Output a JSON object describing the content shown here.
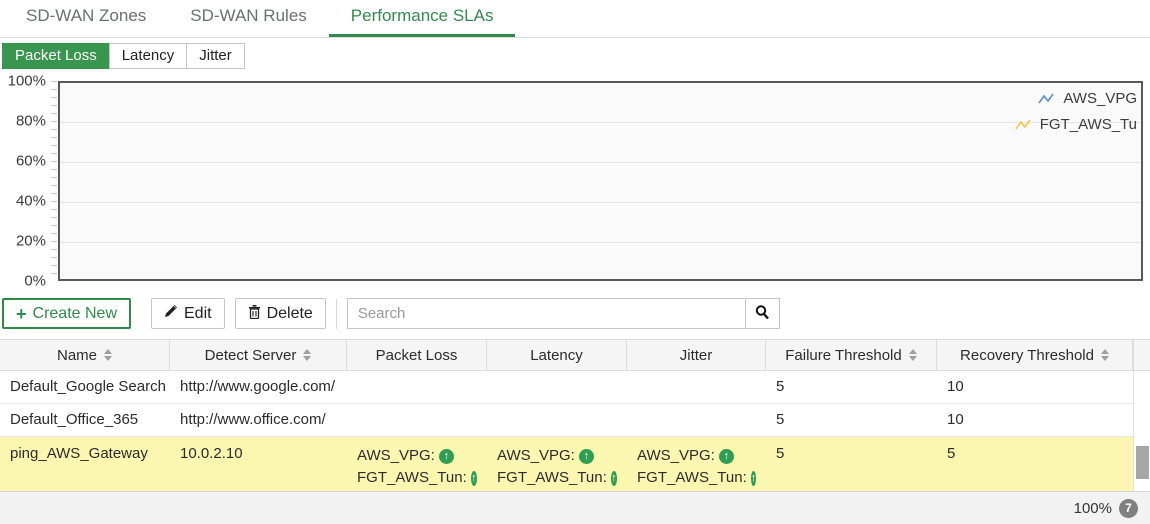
{
  "tabs": [
    {
      "label": "SD-WAN Zones",
      "active": false
    },
    {
      "label": "SD-WAN Rules",
      "active": false
    },
    {
      "label": "Performance SLAs",
      "active": true
    }
  ],
  "subtabs": [
    {
      "label": "Packet Loss",
      "active": true
    },
    {
      "label": "Latency",
      "active": false
    },
    {
      "label": "Jitter",
      "active": false
    }
  ],
  "chart_data": {
    "type": "line",
    "title": "",
    "xlabel": "",
    "ylabel": "",
    "ylim": [
      0,
      100
    ],
    "yticks": [
      "100%",
      "80%",
      "60%",
      "40%",
      "20%",
      "0%"
    ],
    "grid": true,
    "legend_position": "top-right",
    "series": [
      {
        "name": "AWS_VPG",
        "color": "#5b8fd9",
        "values": []
      },
      {
        "name": "FGT_AWS_Tu",
        "color": "#f8c14a",
        "values": []
      }
    ]
  },
  "toolbar": {
    "create_label": "Create New",
    "edit_label": "Edit",
    "delete_label": "Delete",
    "search_placeholder": "Search"
  },
  "table": {
    "columns": [
      {
        "label": "Name",
        "sortable": true
      },
      {
        "label": "Detect Server",
        "sortable": true
      },
      {
        "label": "Packet Loss",
        "sortable": false
      },
      {
        "label": "Latency",
        "sortable": false
      },
      {
        "label": "Jitter",
        "sortable": false
      },
      {
        "label": "Failure Threshold",
        "sortable": true
      },
      {
        "label": "Recovery Threshold",
        "sortable": true
      }
    ],
    "rows": [
      {
        "name": "Default_Google Search",
        "detect_server": "http://www.google.com/",
        "packet_loss": "",
        "latency": "",
        "jitter": "",
        "failure_threshold": "5",
        "recovery_threshold": "10",
        "highlighted": false
      },
      {
        "name": "Default_Office_365",
        "detect_server": "http://www.office.com/",
        "packet_loss": "",
        "latency": "",
        "jitter": "",
        "failure_threshold": "5",
        "recovery_threshold": "10",
        "highlighted": false
      },
      {
        "name": "ping_AWS_Gateway",
        "detect_server": "10.0.2.10",
        "sla_members": [
          {
            "label": "AWS_VPG:",
            "status": "up"
          },
          {
            "label": "FGT_AWS_Tun:",
            "status": "up"
          }
        ],
        "failure_threshold": "5",
        "recovery_threshold": "5",
        "highlighted": true
      }
    ]
  },
  "footer": {
    "zoom_level": "100%",
    "badge_count": "7"
  }
}
